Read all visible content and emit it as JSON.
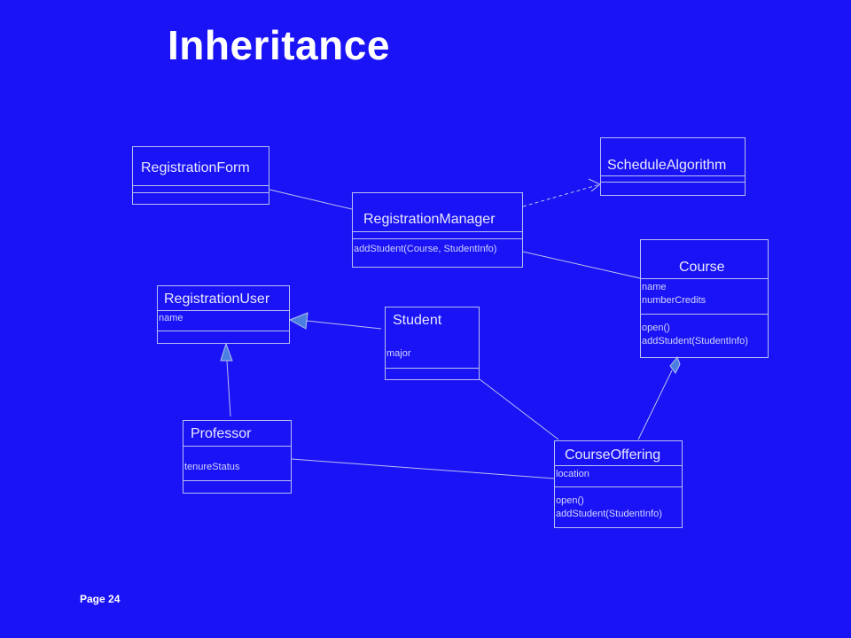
{
  "slide": {
    "title": "Inheritance",
    "page_label": "Page  24"
  },
  "colors": {
    "background": "#1a13f5",
    "line": "#b9bff0",
    "generalization_fill": "#4a7fe0"
  },
  "classes": {
    "registration_form": {
      "name": "RegistrationForm",
      "attributes": [],
      "operations": []
    },
    "schedule_algorithm": {
      "name": "ScheduleAlgorithm",
      "attributes": [],
      "operations": []
    },
    "registration_manager": {
      "name": "RegistrationManager",
      "attributes": [],
      "operations": [
        "addStudent(Course, StudentInfo)"
      ]
    },
    "course": {
      "name": "Course",
      "attributes": [
        "name",
        "numberCredits"
      ],
      "operations": [
        "open()",
        "addStudent(StudentInfo)"
      ]
    },
    "registration_user": {
      "name": "RegistrationUser",
      "attributes": [
        "name"
      ],
      "operations": []
    },
    "student": {
      "name": "Student",
      "attributes": [
        "major"
      ],
      "operations": []
    },
    "professor": {
      "name": "Professor",
      "attributes": [
        "tenureStatus"
      ],
      "operations": []
    },
    "course_offering": {
      "name": "CourseOffering",
      "attributes": [
        "location"
      ],
      "operations": [
        "open()",
        "addStudent(StudentInfo)"
      ]
    }
  }
}
